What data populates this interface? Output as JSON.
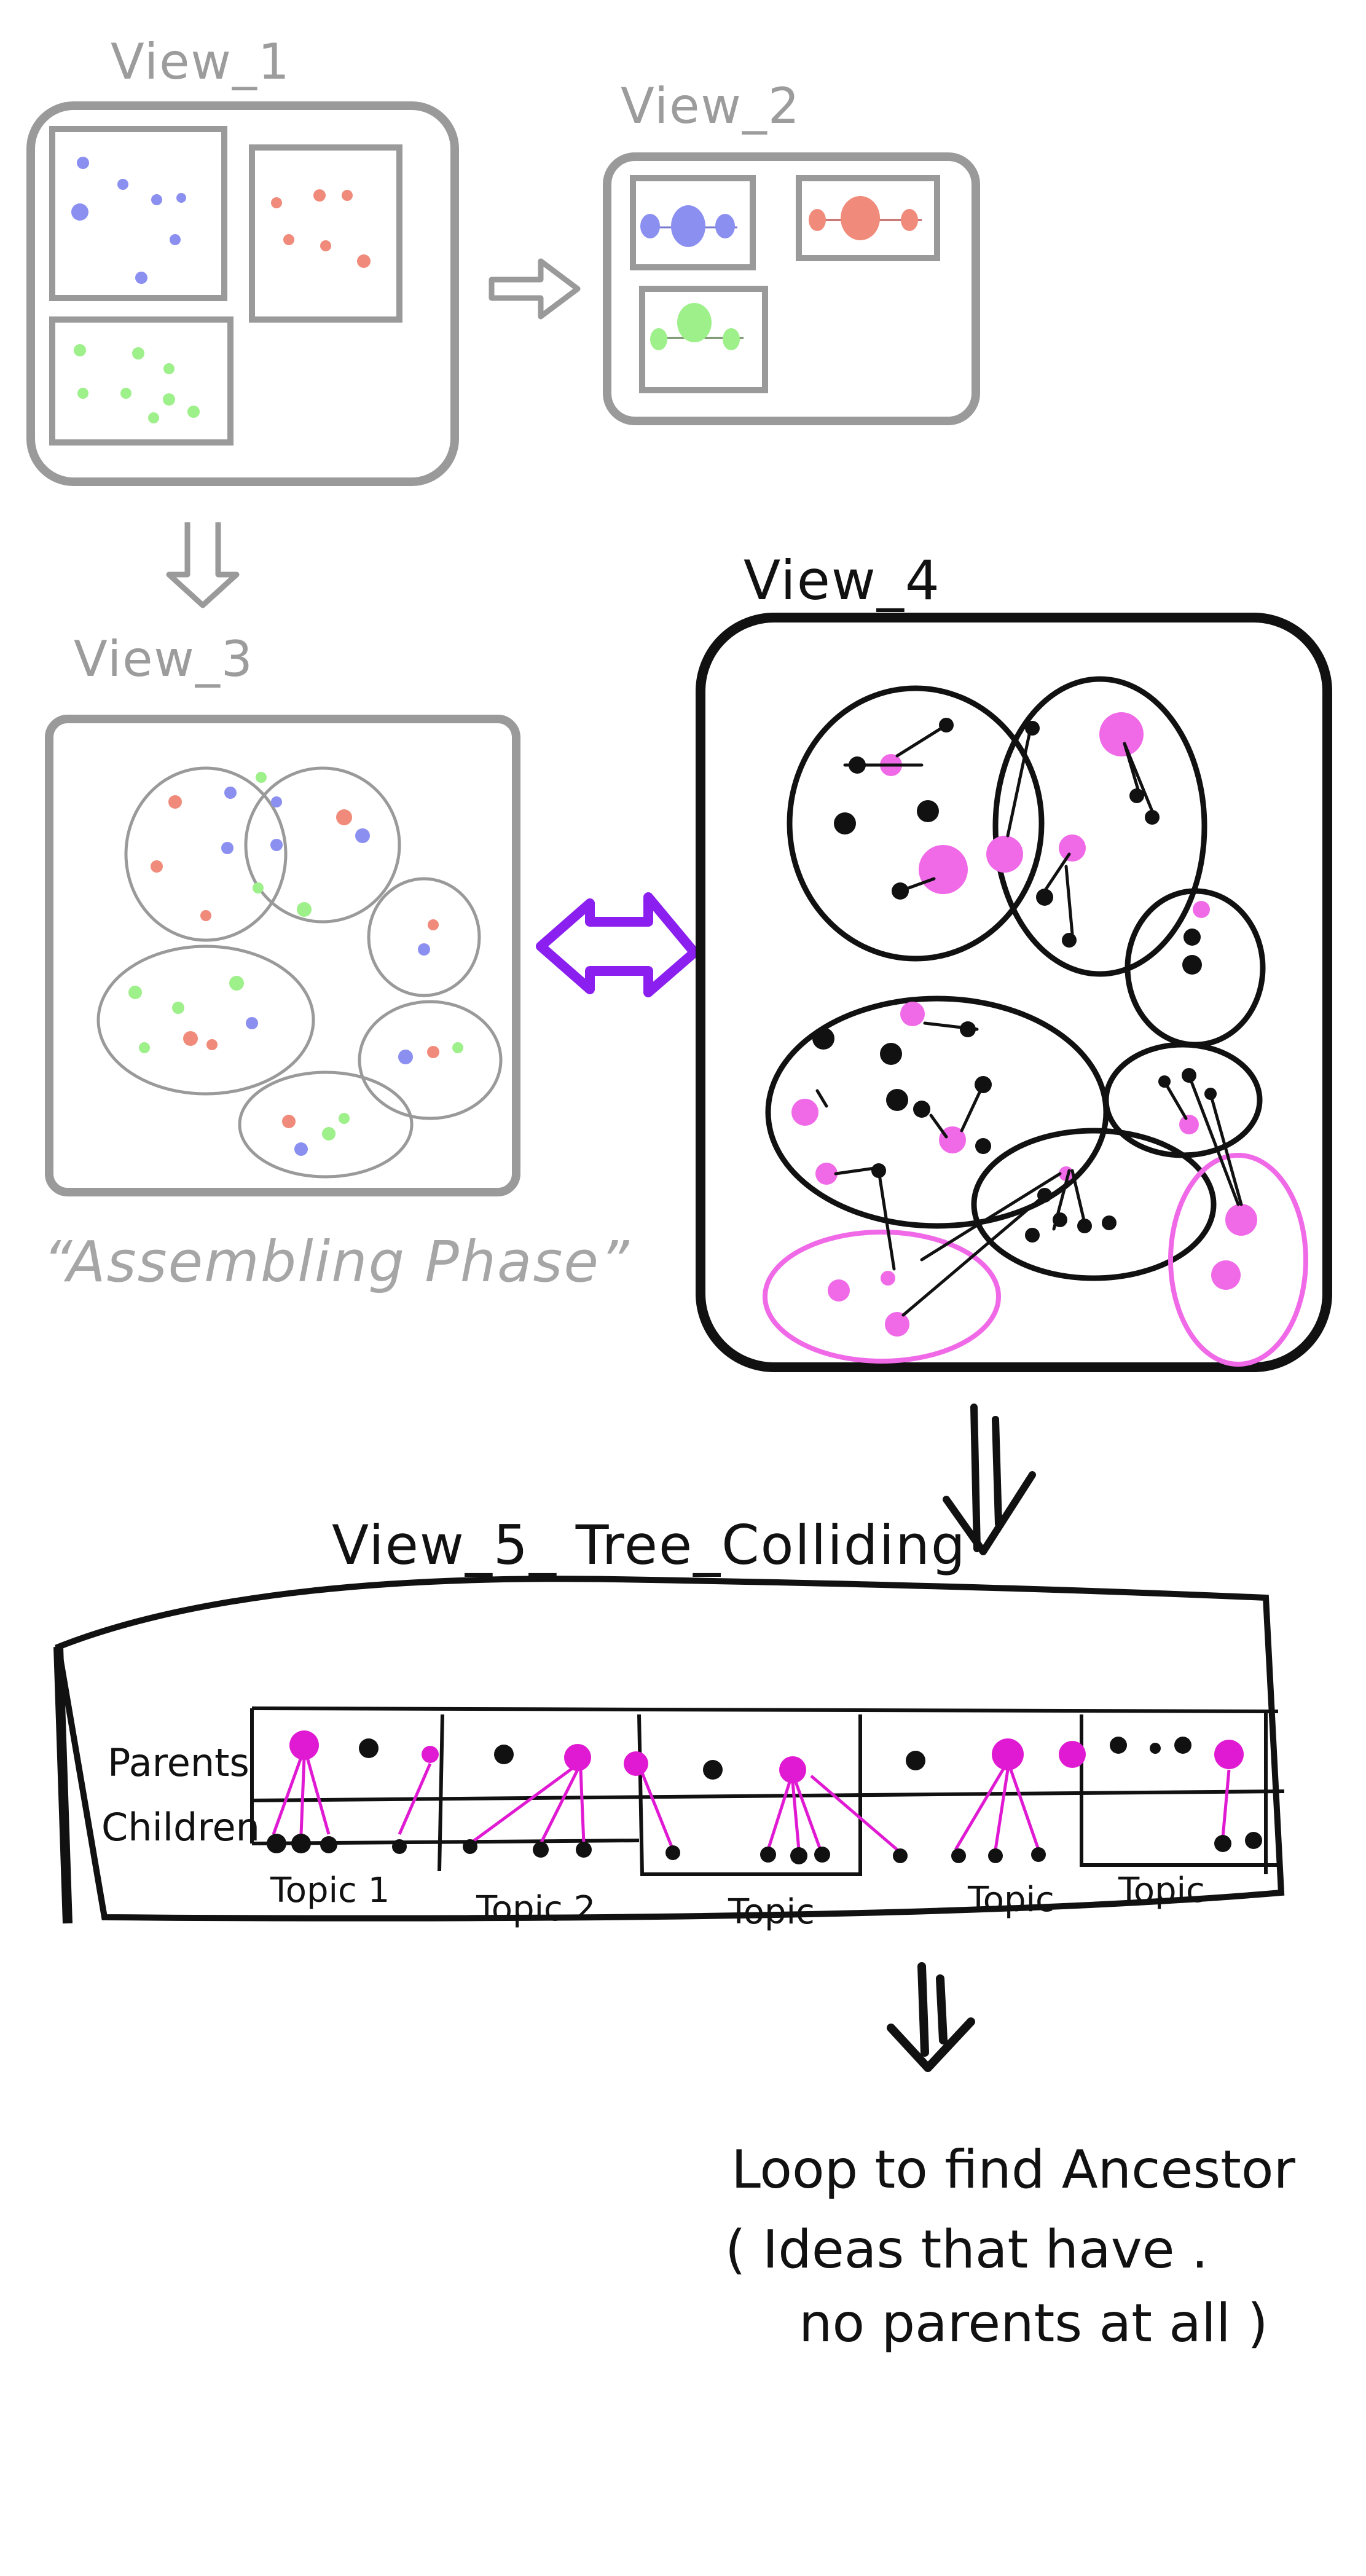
{
  "views": {
    "view1": {
      "title": "View_1"
    },
    "view2": {
      "title": "View_2"
    },
    "view3": {
      "title": "View_3",
      "caption": "“Assembling Phase”"
    },
    "view4": {
      "title": "View_4"
    },
    "view5": {
      "title": "View_5_ Tree_Colliding",
      "row_labels": {
        "parents": "Parents",
        "children": "Children"
      },
      "topics": [
        "Topic 1",
        "Topic 2",
        "Topic -",
        "Topic",
        "Topic"
      ]
    }
  },
  "conclusion": {
    "line1": "Loop to find Ancestor",
    "line2": "( Ideas that have .",
    "line3": "no parents at all )"
  },
  "colors": {
    "grey": "#9a9a9a",
    "blue": "#8b8ff0",
    "red": "#f08a7a",
    "green": "#9ef08a",
    "magenta": "#f06ae8",
    "hot_magenta": "#e01ad2",
    "violet": "#8a1ff0",
    "black": "#111111"
  }
}
